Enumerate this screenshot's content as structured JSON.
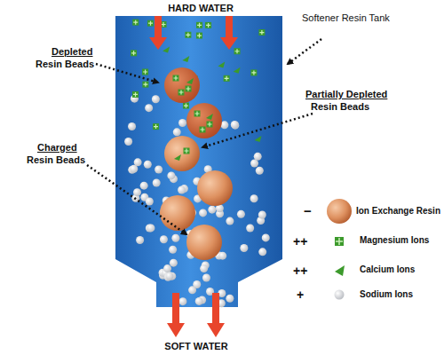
{
  "diagram": {
    "labels": [
      "HARD WATER",
      "Softener Resin Tank",
      "Depleted",
      "Resin Beads",
      "Partially Depleted",
      "Resin Beads",
      "Charged",
      "Resin Beads",
      "−",
      "++",
      "++",
      "+",
      "SOFT WATER"
    ],
    "legend": [
      {
        "text": "Ion Exchange Resin"
      },
      {
        "text": "Magnesium Ions"
      },
      {
        "text": "Calcium Ions"
      },
      {
        "text": "Sodium Ions"
      }
    ]
  }
}
